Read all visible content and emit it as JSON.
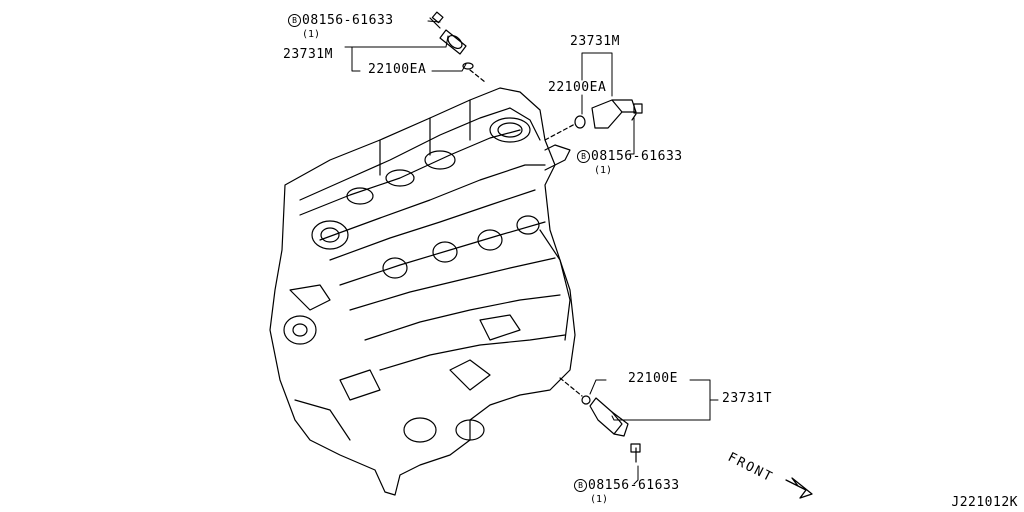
{
  "callouts": {
    "top_bolt": {
      "b": "B",
      "part": "08156-61633",
      "qty": "(1)"
    },
    "top_sensor": "23731M",
    "top_seal": "22100EA",
    "right_sensor": "23731M",
    "right_seal": "22100EA",
    "right_bolt": {
      "b": "B",
      "part": "08156-61633",
      "qty": "(1)"
    },
    "lower_seal": "22100E",
    "lower_sensor": "23731T",
    "lower_bolt": {
      "b": "B",
      "part": "08156-61633",
      "qty": "(1)"
    }
  },
  "front_label": "FRONT",
  "diagram_code": "J221012K"
}
